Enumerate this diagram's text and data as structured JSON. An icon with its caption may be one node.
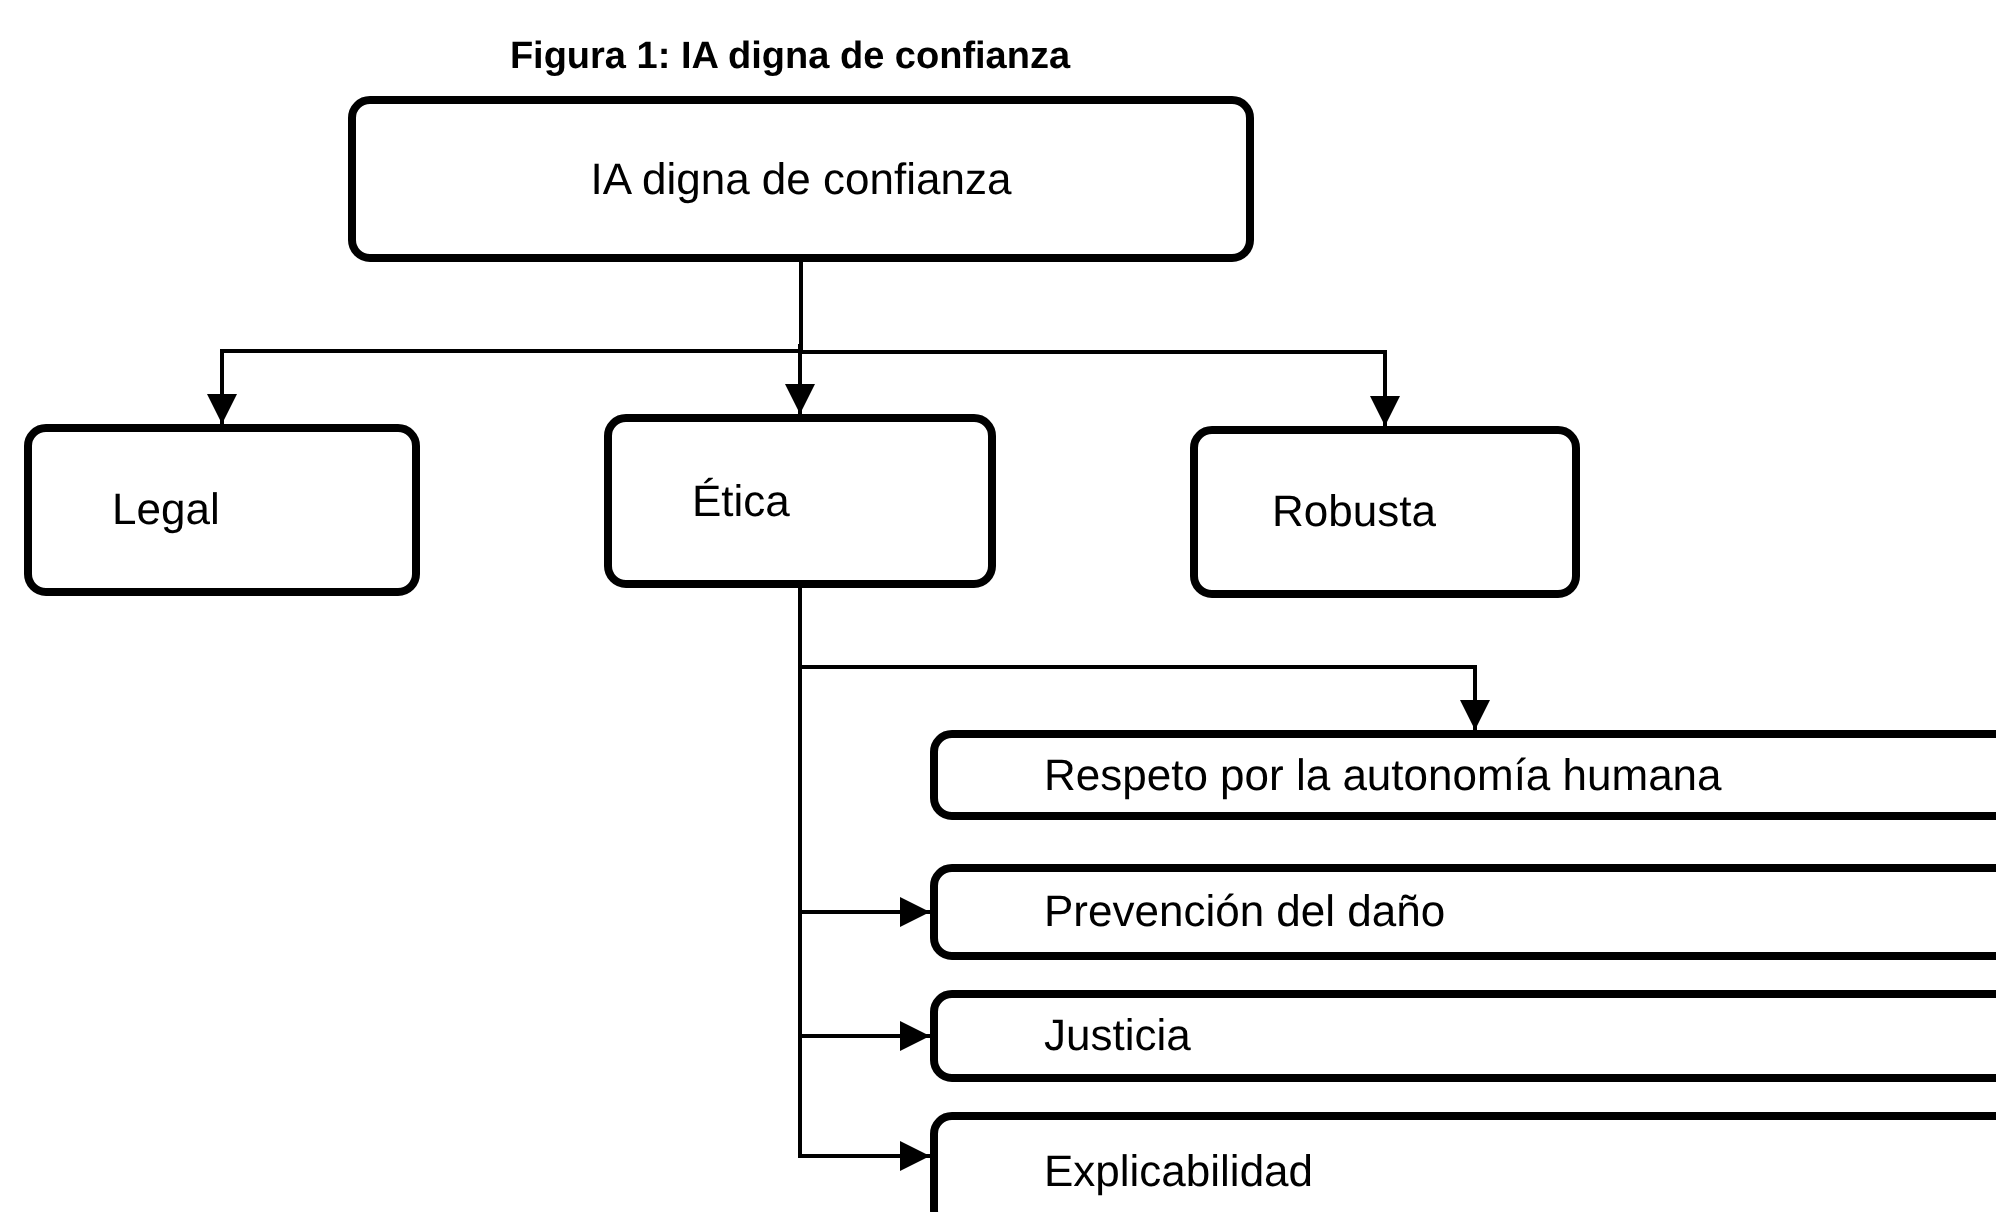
{
  "diagram": {
    "title": "Figura 1: IA digna de confianza",
    "nodes": [
      {
        "text": [
          "IA digna de confianza"
        ]
      },
      {
        "text": [
          "Legal"
        ]
      },
      {
        "text": [
          "Ética"
        ]
      },
      {
        "text": [
          "Robusta"
        ]
      },
      {
        "text": [
          "Respeto por la autonomía humana"
        ]
      },
      {
        "text": [
          "Prevención del daño"
        ]
      },
      {
        "text": [
          "Justicia"
        ]
      },
      {
        "text": [
          "Explicabilidad"
        ]
      }
    ],
    "edges": [
      {
        "from": 0,
        "to": 1,
        "arrow": "to"
      },
      {
        "from": 0,
        "to": 2,
        "arrow": "to"
      },
      {
        "from": 0,
        "to": 3,
        "arrow": "to"
      },
      {
        "from": 2,
        "to": 4,
        "arrow": "to"
      },
      {
        "from": 2,
        "to": 5,
        "arrow": "to"
      },
      {
        "from": 2,
        "to": 6,
        "arrow": "to"
      },
      {
        "from": 2,
        "to": 7,
        "arrow": "to"
      }
    ]
  }
}
